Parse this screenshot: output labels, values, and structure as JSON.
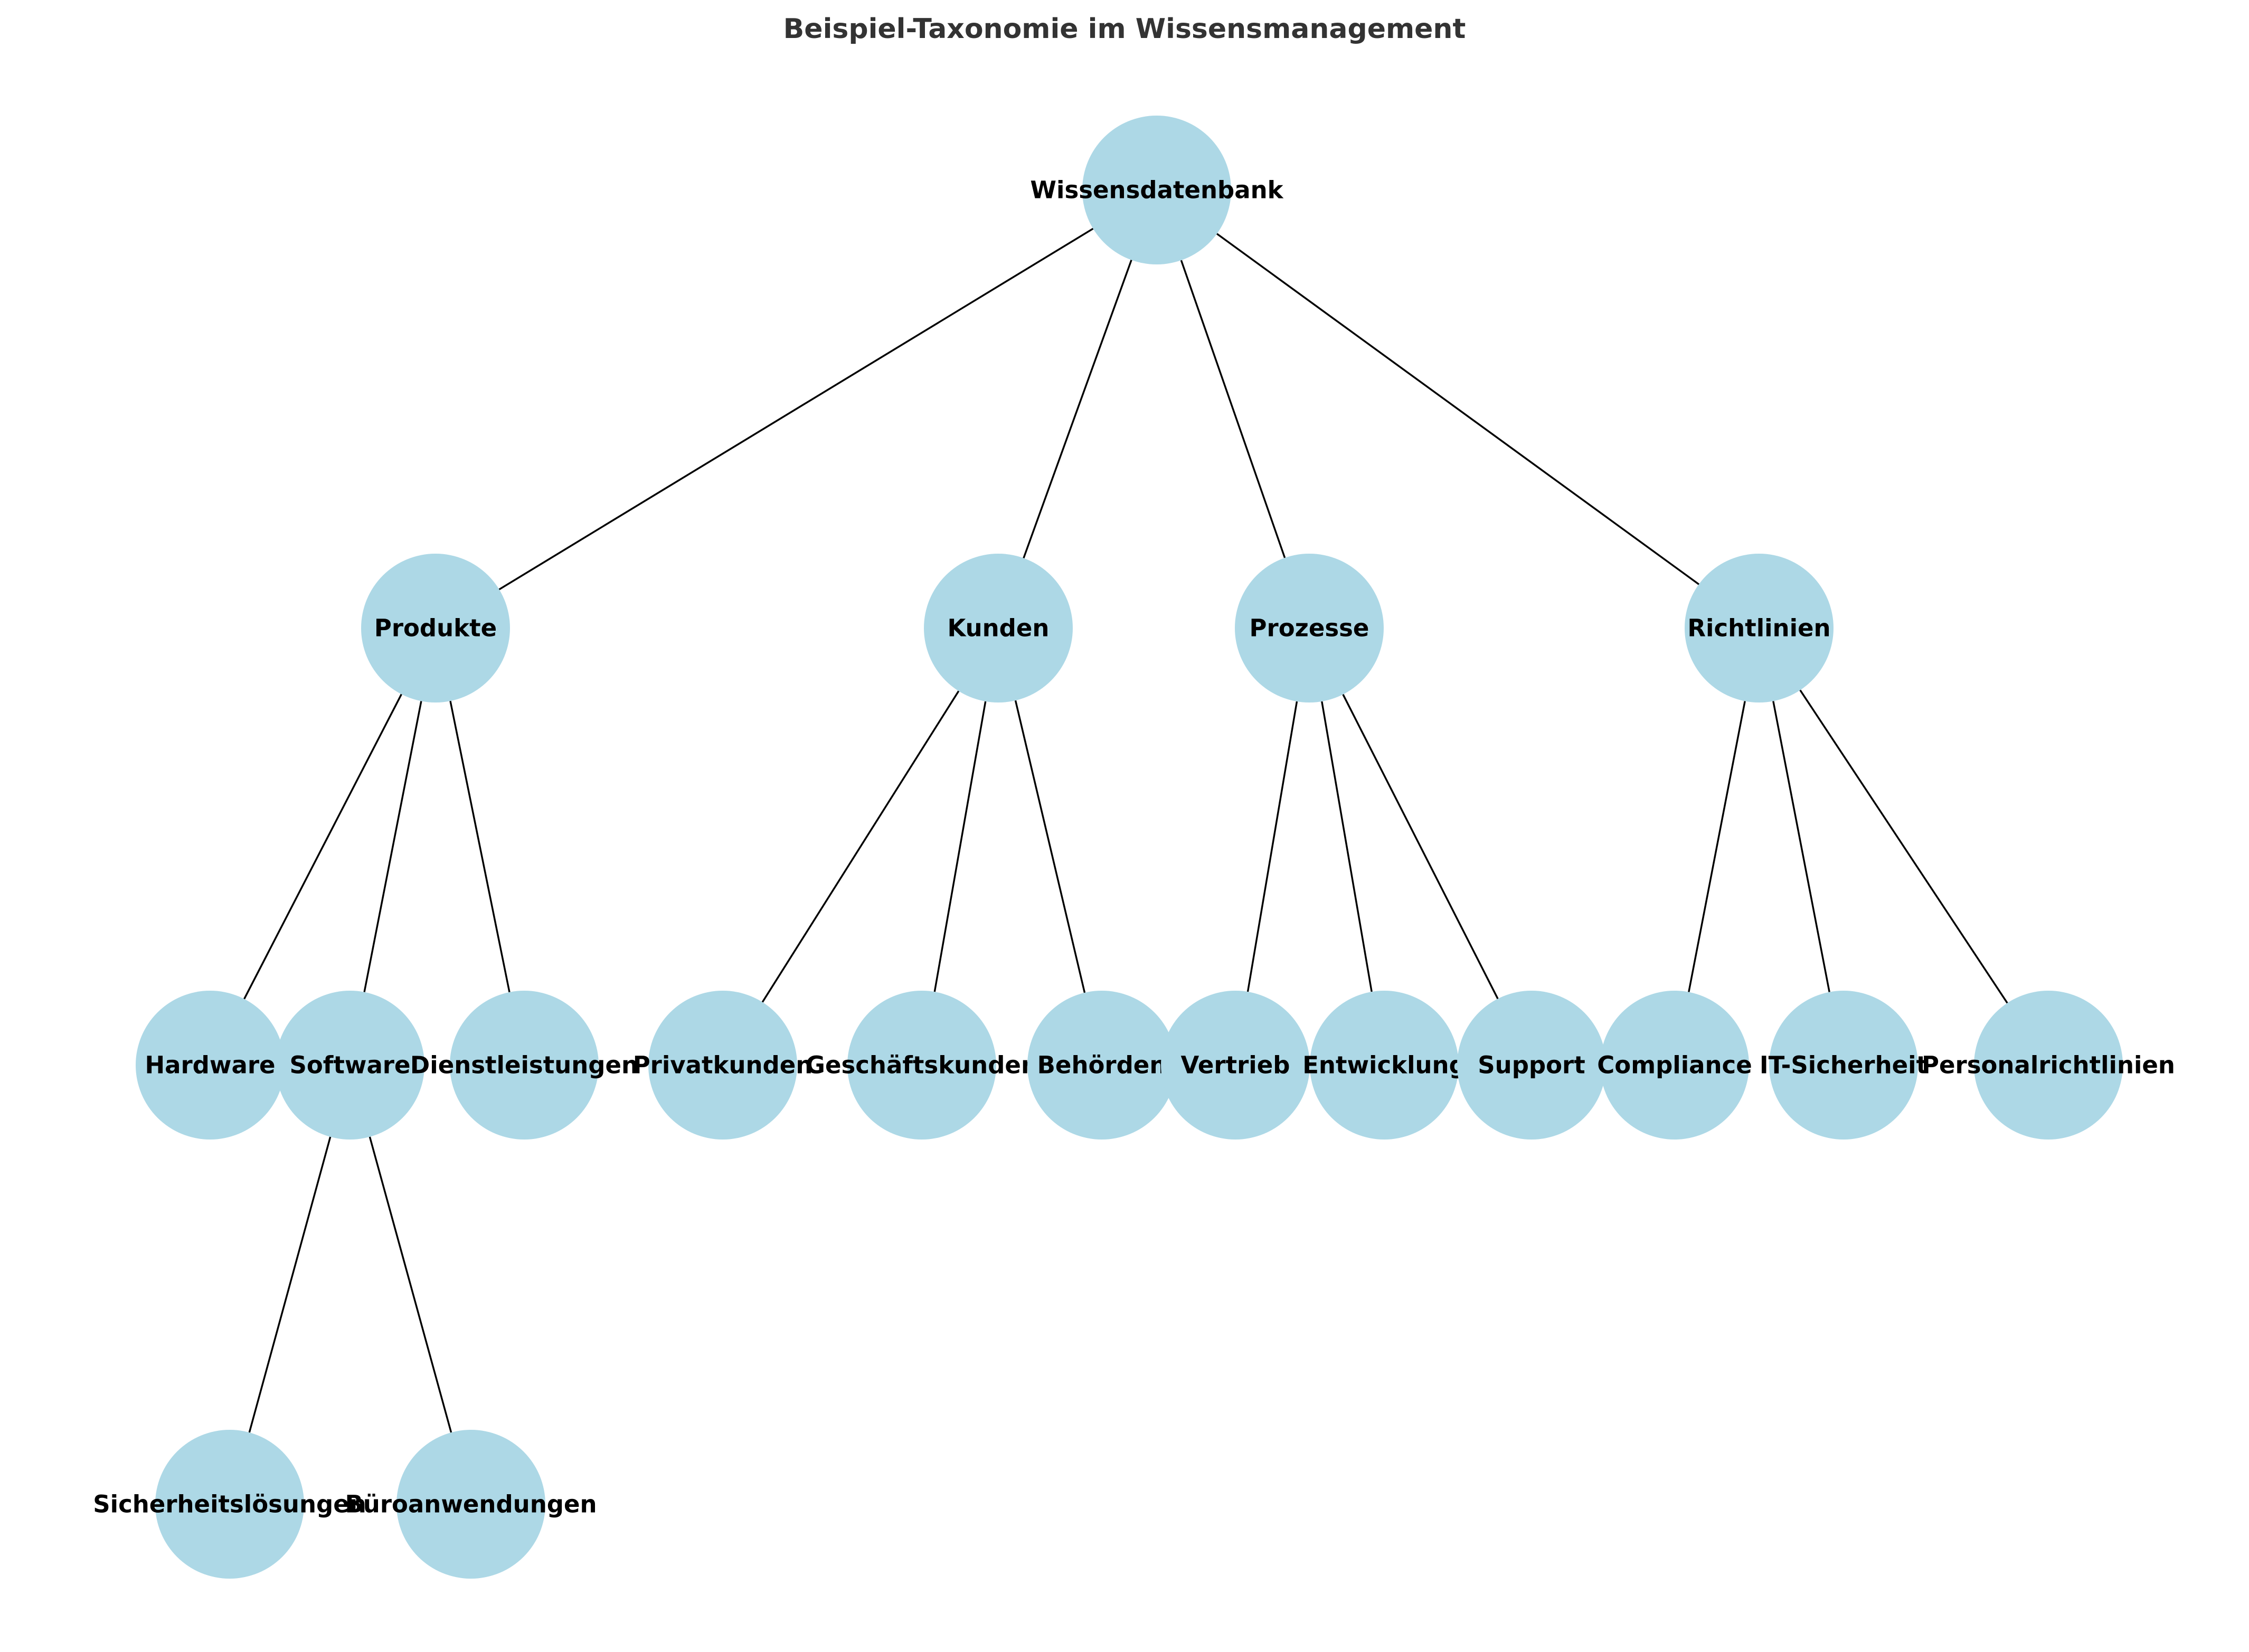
{
  "title": "Beispiel-Taxonomie im Wissensmanagement",
  "colors": {
    "node_fill": "#add8e6",
    "edge": "#000000",
    "title": "#333333",
    "label": "#000000"
  },
  "nodes": [
    {
      "id": "wissensdatenbank",
      "label": "Wissensdatenbank"
    },
    {
      "id": "produkte",
      "label": "Produkte"
    },
    {
      "id": "kunden",
      "label": "Kunden"
    },
    {
      "id": "prozesse",
      "label": "Prozesse"
    },
    {
      "id": "richtlinien",
      "label": "Richtlinien"
    },
    {
      "id": "hardware",
      "label": "Hardware"
    },
    {
      "id": "software",
      "label": "Software"
    },
    {
      "id": "dienstleistungen",
      "label": "Dienstleistungen"
    },
    {
      "id": "privatkunden",
      "label": "Privatkunden"
    },
    {
      "id": "geschaeftskunden",
      "label": "Geschäftskunden"
    },
    {
      "id": "behoerden",
      "label": "Behörden"
    },
    {
      "id": "vertrieb",
      "label": "Vertrieb"
    },
    {
      "id": "entwicklung",
      "label": "Entwicklung"
    },
    {
      "id": "support",
      "label": "Support"
    },
    {
      "id": "compliance",
      "label": "Compliance"
    },
    {
      "id": "it-sicherheit",
      "label": "IT-Sicherheit"
    },
    {
      "id": "personalrichtlinien",
      "label": "Personalrichtlinien"
    },
    {
      "id": "sicherheitsloesungen",
      "label": "Sicherheitslösungen"
    },
    {
      "id": "bueroanwendungen",
      "label": "Büroanwendungen"
    }
  ],
  "edges": [
    [
      "wissensdatenbank",
      "produkte"
    ],
    [
      "wissensdatenbank",
      "kunden"
    ],
    [
      "wissensdatenbank",
      "prozesse"
    ],
    [
      "wissensdatenbank",
      "richtlinien"
    ],
    [
      "produkte",
      "hardware"
    ],
    [
      "produkte",
      "software"
    ],
    [
      "produkte",
      "dienstleistungen"
    ],
    [
      "kunden",
      "privatkunden"
    ],
    [
      "kunden",
      "geschaeftskunden"
    ],
    [
      "kunden",
      "behoerden"
    ],
    [
      "prozesse",
      "vertrieb"
    ],
    [
      "prozesse",
      "entwicklung"
    ],
    [
      "prozesse",
      "support"
    ],
    [
      "richtlinien",
      "compliance"
    ],
    [
      "richtlinien",
      "it-sicherheit"
    ],
    [
      "richtlinien",
      "personalrichtlinien"
    ],
    [
      "software",
      "sicherheitsloesungen"
    ],
    [
      "software",
      "bueroanwendungen"
    ]
  ]
}
